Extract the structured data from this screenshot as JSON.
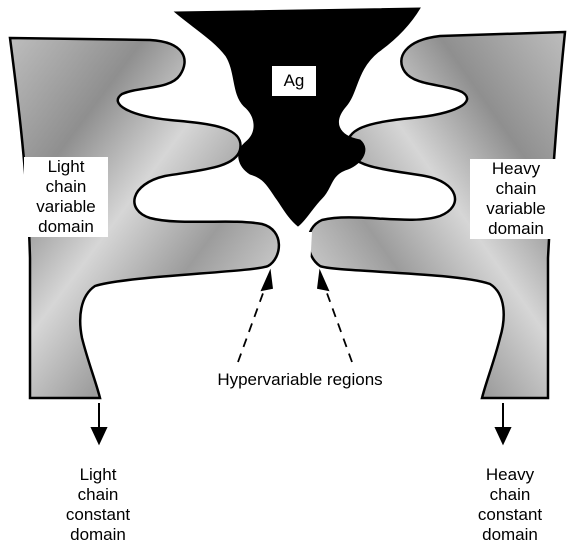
{
  "antigen_label": "Ag",
  "light_variable_label": [
    "Light",
    "chain",
    "variable",
    "domain"
  ],
  "heavy_variable_label": [
    "Heavy",
    "chain",
    "variable",
    "domain"
  ],
  "hypervariable_label": "Hypervariable regions",
  "light_constant_label": [
    "Light",
    "chain",
    "constant",
    "domain"
  ],
  "heavy_constant_label": [
    "Heavy",
    "chain",
    "constant",
    "domain"
  ],
  "colors": {
    "antigen": "#000000",
    "domain_fill": "#c9c9c9",
    "domain_shade": "#9a9a9a",
    "outline": "#000000",
    "background": "#ffffff"
  }
}
